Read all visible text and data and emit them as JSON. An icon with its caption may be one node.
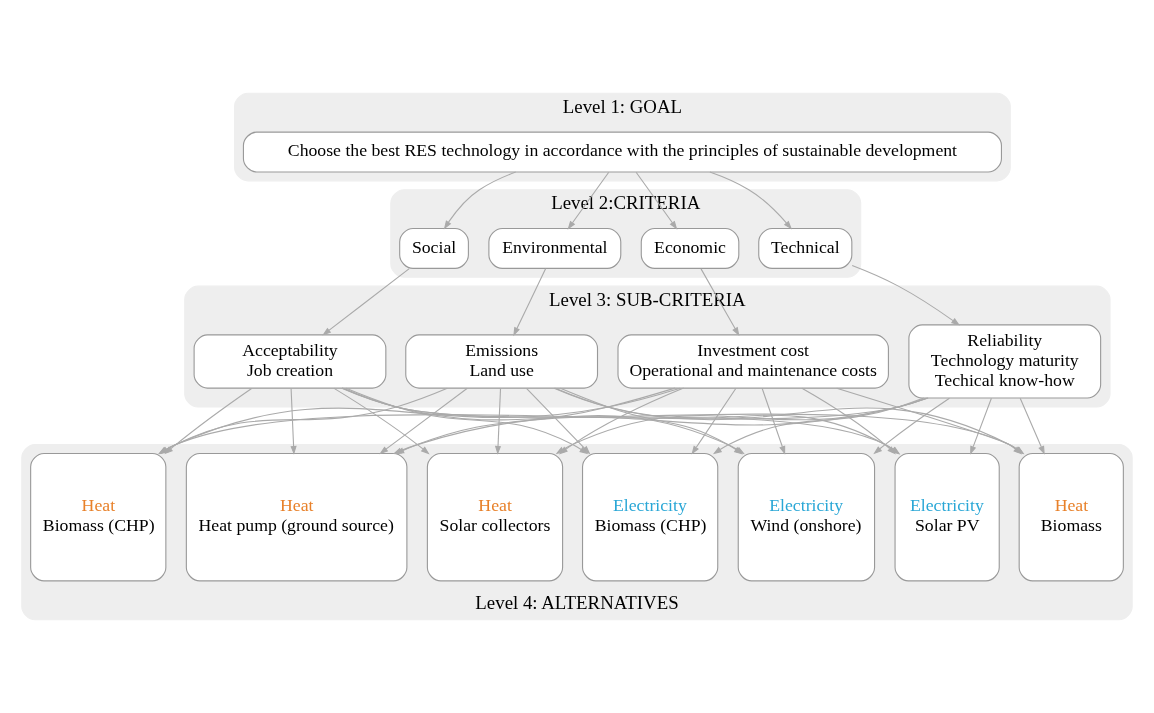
{
  "diagram": {
    "nodes": [
      {
        "text": [
          "Level 1: GOAL"
        ]
      },
      {
        "text": [
          "Choose the best RES technology in accordance with the principles of sustainable development"
        ],
        "in": 0
      },
      {
        "text": [
          "Level 2:CRITERIA"
        ]
      },
      {
        "text": [
          "Technical"
        ],
        "in": 2
      },
      {
        "text": [
          "Economic"
        ],
        "in": 2
      },
      {
        "text": [
          "Environmental"
        ],
        "in": 2
      },
      {
        "text": [
          "Social"
        ],
        "in": 2
      },
      {
        "text": [
          "Level 3: SUB-CRITERIA"
        ]
      },
      {
        "text": [
          "Reliability",
          "Technology maturity",
          "Techical know-how"
        ],
        "in": 7
      },
      {
        "text": [
          "Investment cost",
          "Operational and maintenance costs"
        ],
        "in": 7
      },
      {
        "text": [
          "Emissions",
          "Land use"
        ],
        "in": 7
      },
      {
        "text": [
          "Acceptability",
          "Job creation"
        ],
        "in": 7
      },
      {
        "text": [
          "Level 4: ALTERNATIVES"
        ]
      },
      {
        "text": [
          "Electricity",
          "Solar PV"
        ],
        "in": 12
      },
      {
        "text": [
          "Electricity",
          "Wind (onshore)"
        ],
        "in": 12
      },
      {
        "text": [
          "Electricity",
          "Biomass (CHP)"
        ],
        "in": 12
      },
      {
        "text": [
          "Heat",
          "Solar collectors"
        ],
        "in": 12
      },
      {
        "text": [
          "Heat",
          "Heat pump (ground source)"
        ],
        "in": 12
      },
      {
        "text": [
          "Heat",
          "Biomass (CHP)"
        ],
        "in": 12
      },
      {
        "text": [
          "Heat",
          "Biomass"
        ],
        "in": 12
      }
    ],
    "edges": [
      {
        "from": 1,
        "to": 3,
        "arrow": "to"
      },
      {
        "from": 1,
        "to": 4,
        "arrow": "to"
      },
      {
        "from": 1,
        "to": 5,
        "arrow": "to"
      },
      {
        "from": 1,
        "to": 6,
        "arrow": "to"
      },
      {
        "from": 3,
        "to": 8,
        "arrow": "to"
      },
      {
        "from": 4,
        "to": 9,
        "arrow": "to"
      },
      {
        "from": 5,
        "to": 10,
        "arrow": "to"
      },
      {
        "from": 6,
        "to": 11,
        "arrow": "to"
      },
      {
        "from": 8,
        "to": 13,
        "arrow": "to"
      },
      {
        "from": 8,
        "to": 14,
        "arrow": "to"
      },
      {
        "from": 8,
        "to": 15,
        "arrow": "to"
      },
      {
        "from": 8,
        "to": 16,
        "arrow": "to"
      },
      {
        "from": 8,
        "to": 17,
        "arrow": "to"
      },
      {
        "from": 8,
        "to": 18,
        "arrow": "to"
      },
      {
        "from": 8,
        "to": 19,
        "arrow": "to"
      },
      {
        "from": 9,
        "to": 13,
        "arrow": "to"
      },
      {
        "from": 9,
        "to": 14,
        "arrow": "to"
      },
      {
        "from": 9,
        "to": 15,
        "arrow": "to"
      },
      {
        "from": 9,
        "to": 16,
        "arrow": "to"
      },
      {
        "from": 9,
        "to": 17,
        "arrow": "to"
      },
      {
        "from": 9,
        "to": 18,
        "arrow": "to"
      },
      {
        "from": 9,
        "to": 19,
        "arrow": "to"
      },
      {
        "from": 10,
        "to": 13,
        "arrow": "to"
      },
      {
        "from": 10,
        "to": 14,
        "arrow": "to"
      },
      {
        "from": 10,
        "to": 15,
        "arrow": "to"
      },
      {
        "from": 10,
        "to": 16,
        "arrow": "to"
      },
      {
        "from": 10,
        "to": 17,
        "arrow": "to"
      },
      {
        "from": 10,
        "to": 18,
        "arrow": "to"
      },
      {
        "from": 10,
        "to": 19,
        "arrow": "to"
      },
      {
        "from": 11,
        "to": 13,
        "arrow": "to"
      },
      {
        "from": 11,
        "to": 14,
        "arrow": "to"
      },
      {
        "from": 11,
        "to": 15,
        "arrow": "to"
      },
      {
        "from": 11,
        "to": 16,
        "arrow": "to"
      },
      {
        "from": 11,
        "to": 17,
        "arrow": "to"
      },
      {
        "from": 11,
        "to": 18,
        "arrow": "to"
      },
      {
        "from": 11,
        "to": 19,
        "arrow": "to"
      }
    ]
  }
}
